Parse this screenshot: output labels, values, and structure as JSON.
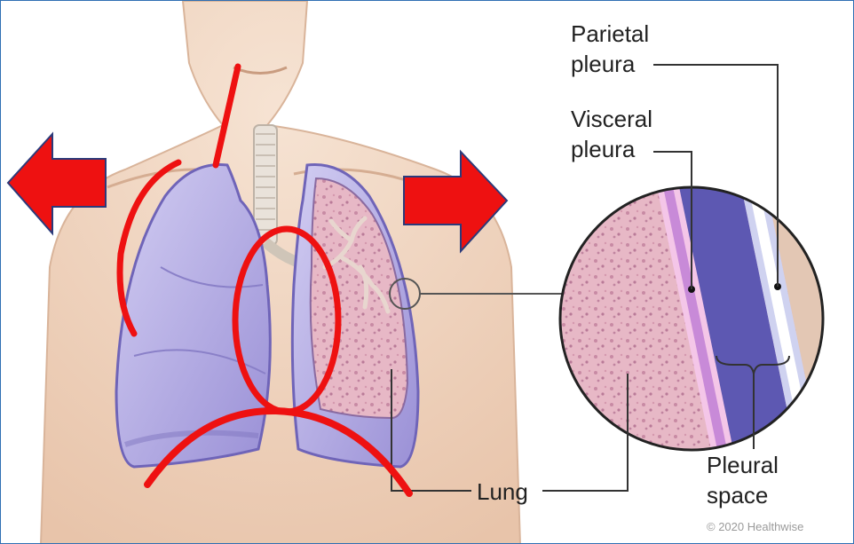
{
  "labels": {
    "parietal_line1": "Parietal",
    "parietal_line2": "pleura",
    "visceral_line1": "Visceral",
    "visceral_line2": "pleura",
    "pleural_line1": "Pleural",
    "pleural_line2": "space",
    "lung": "Lung"
  },
  "credit": "© 2020 Healthwise",
  "colors": {
    "annotation_red": "#ee1111",
    "arrow_outline": "#2b3a7a",
    "skin": "#f1d8c3",
    "lung_purple": "#b7b0e4",
    "lung_tissue_pink": "#e6b4c3",
    "frame_border": "#2f6fb3"
  }
}
